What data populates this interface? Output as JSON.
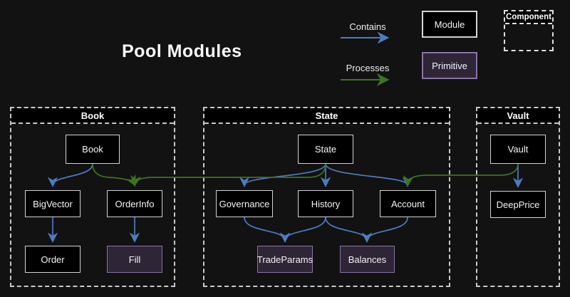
{
  "title": "Pool Modules",
  "legend": {
    "contains": "Contains",
    "processes": "Processes",
    "module": "Module",
    "primitive": "Primitive",
    "component": "Component"
  },
  "groups": [
    {
      "id": "book",
      "label": "Book"
    },
    {
      "id": "state",
      "label": "State"
    },
    {
      "id": "vault",
      "label": "Vault"
    }
  ],
  "nodes": {
    "book": "Book",
    "bigvector": "BigVector",
    "orderinfo": "OrderInfo",
    "order": "Order",
    "fill": "Fill",
    "state": "State",
    "governance": "Governance",
    "history": "History",
    "account": "Account",
    "tradeparams": "TradeParams",
    "balances": "Balances",
    "vault": "Vault",
    "deepprice": "DeepPrice"
  },
  "node_types": {
    "primitive_nodes": [
      "Fill",
      "TradeParams",
      "Balances"
    ],
    "module_nodes": [
      "Book",
      "BigVector",
      "OrderInfo",
      "Order",
      "State",
      "Governance",
      "History",
      "Account",
      "Vault",
      "DeepPrice"
    ]
  },
  "edges": [
    {
      "from": "Book",
      "to": "BigVector",
      "type": "contains"
    },
    {
      "from": "BigVector",
      "to": "Order",
      "type": "contains"
    },
    {
      "from": "OrderInfo",
      "to": "Fill",
      "type": "contains"
    },
    {
      "from": "State",
      "to": "Governance",
      "type": "contains"
    },
    {
      "from": "State",
      "to": "History",
      "type": "contains"
    },
    {
      "from": "State",
      "to": "Account",
      "type": "contains"
    },
    {
      "from": "Governance",
      "to": "TradeParams",
      "type": "contains"
    },
    {
      "from": "History",
      "to": "TradeParams",
      "type": "contains"
    },
    {
      "from": "History",
      "to": "Balances",
      "type": "contains"
    },
    {
      "from": "Account",
      "to": "Balances",
      "type": "contains"
    },
    {
      "from": "Vault",
      "to": "DeepPrice",
      "type": "contains"
    },
    {
      "from": "Book",
      "to": "OrderInfo",
      "type": "processes"
    },
    {
      "from": "State",
      "to": "OrderInfo",
      "type": "processes"
    },
    {
      "from": "Vault",
      "to": "Account",
      "type": "processes"
    }
  ],
  "colors": {
    "background": "#121212",
    "contains_arrow": "#4d7cbe",
    "processes_arrow": "#3f7321",
    "module_fill": "#000000",
    "module_border": "#d4d4d4",
    "primitive_fill": "#2e2537",
    "primitive_border": "#8a74a3"
  }
}
